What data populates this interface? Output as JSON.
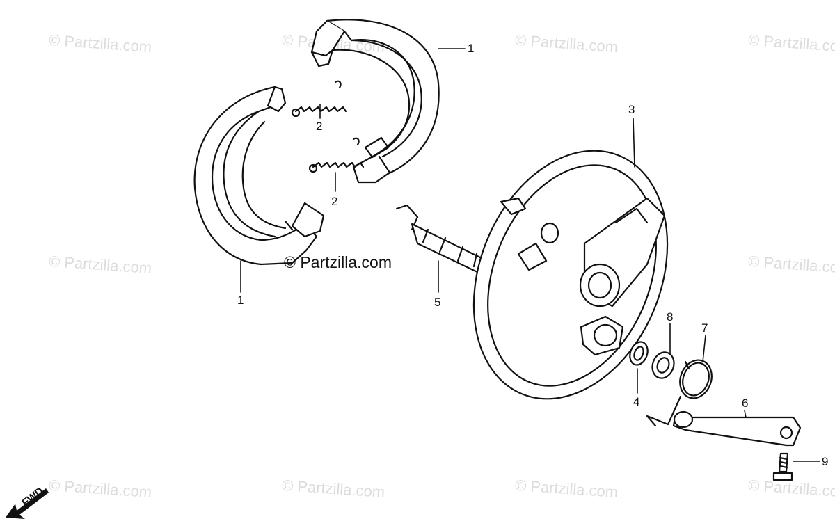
{
  "watermarks": {
    "text": "© Partzilla.com",
    "center_text": "© Partzilla.com"
  },
  "callouts": {
    "shoe_top": "1",
    "shoe_left": "1",
    "spring_top": "2",
    "spring_bottom": "2",
    "brake_panel": "3",
    "dust_seal": "4",
    "brake_cam": "5",
    "brake_arm": "6",
    "return_spring": "7",
    "washer": "8",
    "bolt": "9"
  },
  "direction_marker": {
    "text": "FWD",
    "icon": "forward-arrow-icon"
  },
  "colors": {
    "line": "#111111",
    "watermark": "#dcdcdc",
    "background": "#ffffff"
  }
}
